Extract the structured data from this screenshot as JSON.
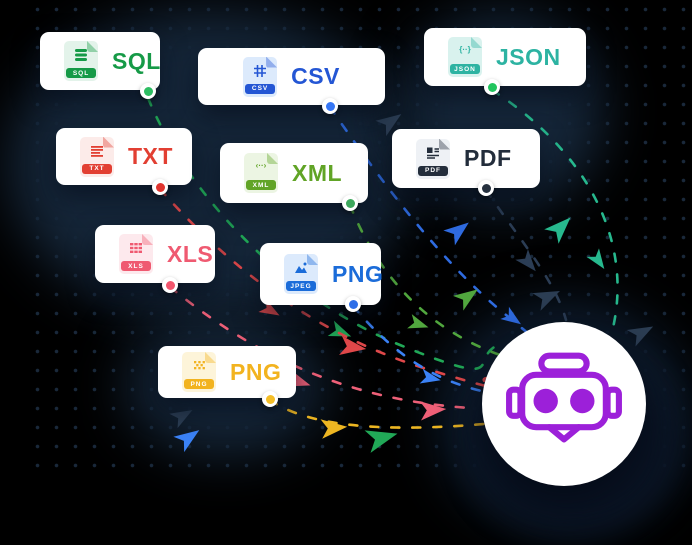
{
  "scene": {
    "background_color": "#000000",
    "blob_color": "#152639",
    "halo_color": "#0e1c2d",
    "under_shadow_color": "#0a1424",
    "dot_grid_color": "#1d2e42",
    "ghost_arrow_color": "#2c3e54"
  },
  "cards": [
    {
      "id": "sql",
      "label": "SQL",
      "badge": "SQL",
      "icon": "sql-database-file-icon",
      "accent": "#169a47",
      "tint": "#e3f3ea",
      "dot_color": "#2dbd62",
      "trail_color": "#21a857"
    },
    {
      "id": "csv",
      "label": "CSV",
      "badge": "CSV",
      "icon": "csv-grid-file-icon",
      "accent": "#2456d4",
      "tint": "#dceafc",
      "dot_color": "#3576f5",
      "trail_color": "#2f6be0"
    },
    {
      "id": "json",
      "label": "JSON",
      "badge": "JSON",
      "icon": "json-braces-file-icon",
      "glyph": "{··}",
      "accent": "#2db3a2",
      "tint": "#d9f2ee",
      "dot_color": "#22c55e",
      "trail_color": "#27b98e"
    },
    {
      "id": "txt",
      "label": "TXT",
      "badge": "TXT",
      "icon": "txt-lines-file-icon",
      "accent": "#e23f32",
      "tint": "#fcebe9",
      "dot_color": "#e0342e",
      "trail_color": "#e0484a"
    },
    {
      "id": "xml",
      "label": "XML",
      "badge": "XML",
      "icon": "xml-angle-brackets-file-icon",
      "glyph": "‹··›",
      "accent": "#61a426",
      "tint": "#ecf5e3",
      "dot_color": "#3da75c",
      "trail_color": "#51a73e"
    },
    {
      "id": "pdf",
      "label": "PDF",
      "badge": "PDF",
      "icon": "pdf-document-file-icon",
      "accent": "#232d3b",
      "tint": "#eef1f5",
      "dot_color": "#27313f",
      "trail_color": "#2b3d55"
    },
    {
      "id": "xls",
      "label": "XLS",
      "badge": "XLS",
      "icon": "xls-table-file-icon",
      "accent": "#ef5a71",
      "tint": "#fde9ed",
      "dot_color": "#f2566d",
      "trail_color": "#ef6078"
    },
    {
      "id": "pngb",
      "label": "PNG",
      "badge": "JPEG",
      "icon": "jpeg-image-file-icon",
      "accent": "#1b6cd9",
      "tint": "#dceafc",
      "dot_color": "#2f6fe8",
      "trail_color": "#3b82f6"
    },
    {
      "id": "pngy",
      "label": "PNG",
      "badge": "PNG",
      "icon": "png-pixel-file-icon",
      "accent": "#f2b31f",
      "tint": "#fdf4d9",
      "dot_color": "#f4bd26",
      "trail_color": "#edb622"
    }
  ],
  "robot": {
    "icon": "robot-vr-goggles-icon",
    "icon_color": "#9c20d9",
    "circle_color": "#ffffff"
  }
}
